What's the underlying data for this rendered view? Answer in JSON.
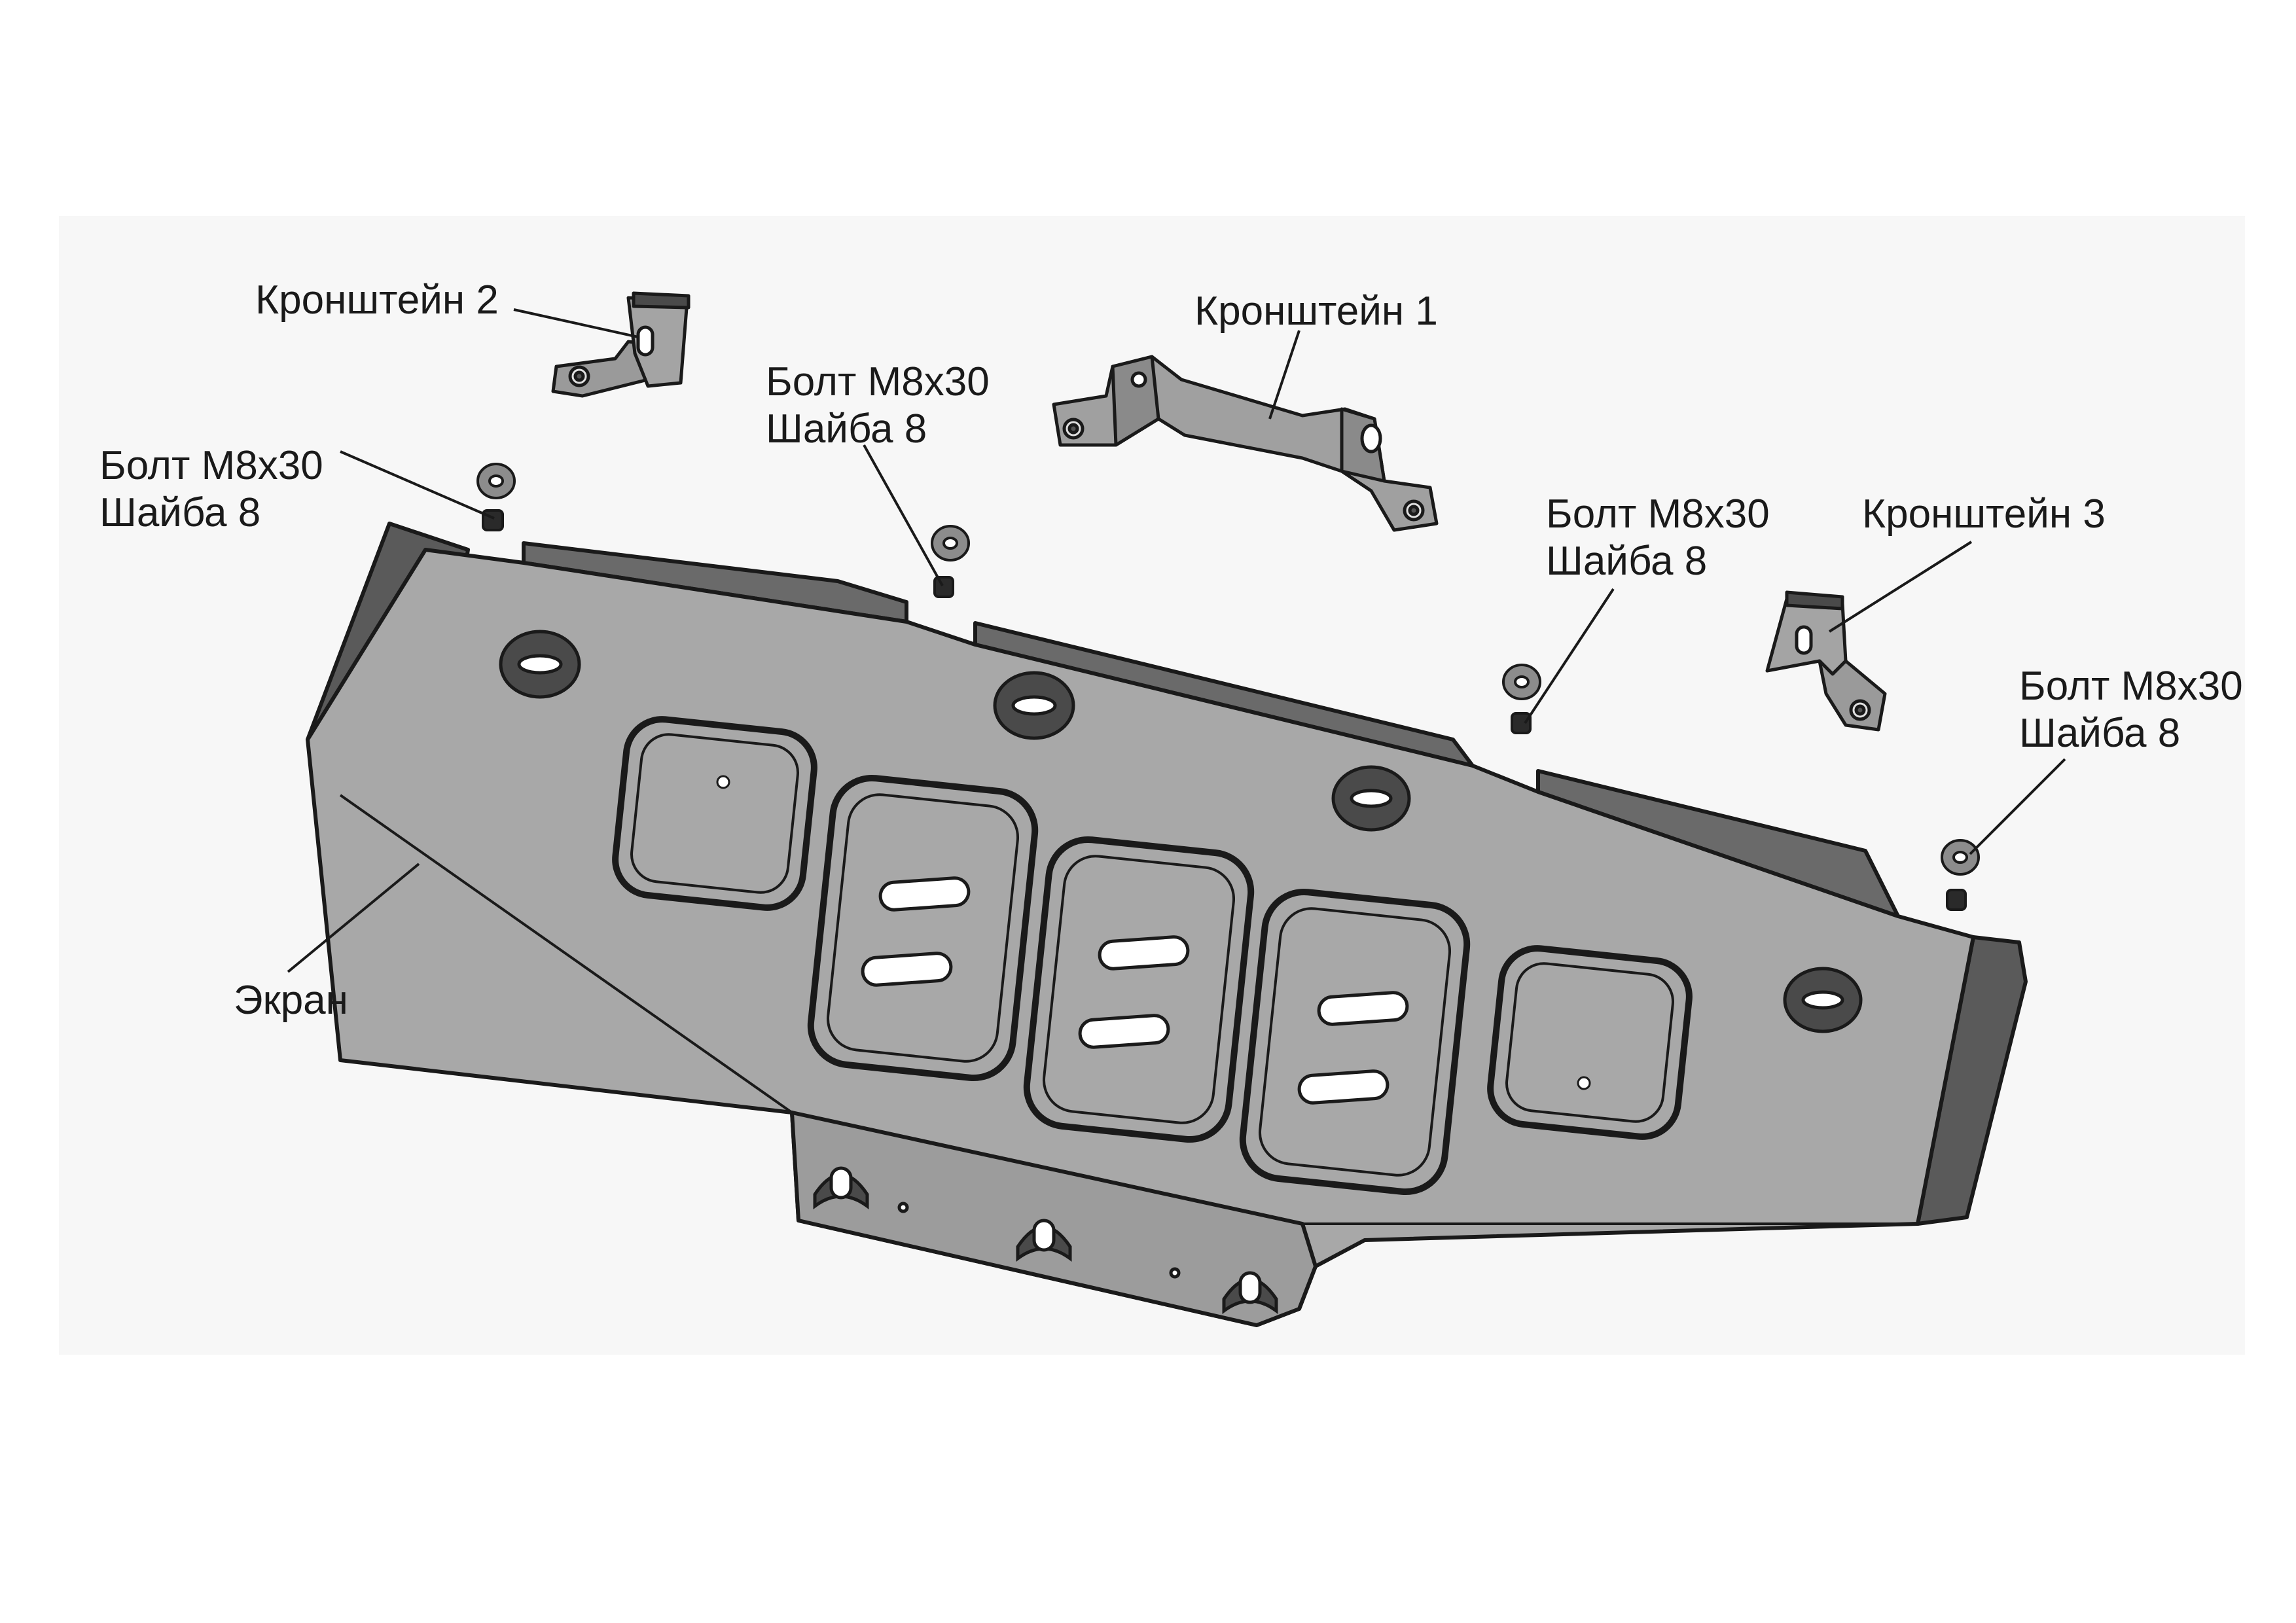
{
  "colors": {
    "background": "#ffffff",
    "backdrop": "#f7f7f7",
    "plate": "#a8a8a8",
    "plate_dark": "#5a5a5a",
    "outline": "#1a1a1a",
    "bracket": "#9a9a9a",
    "washer": "#8c8c8c"
  },
  "labels": {
    "bracket2": "Кронштейн 2",
    "bracket1": "Кронштейн 1",
    "bracket3": "Кронштейн 3",
    "bolt_a_line1": "Болт М8х30",
    "bolt_a_line2": "Шайба 8",
    "bolt_b_line1": "Болт М8х30",
    "bolt_b_line2": "Шайба 8",
    "bolt_c_line1": "Болт М8х30",
    "bolt_c_line2": "Шайба 8",
    "bolt_d_line1": "Болт М8х30",
    "bolt_d_line2": "Шайба 8",
    "screen": "Экран"
  }
}
